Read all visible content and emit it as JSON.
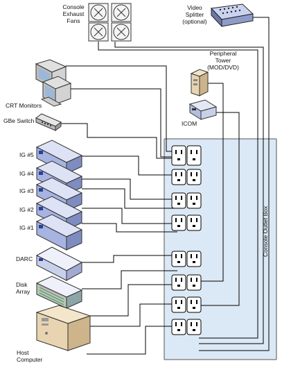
{
  "labels": {
    "console_exhaust_fans": [
      "Console",
      "Exhaust",
      "Fans"
    ],
    "video_splitter": [
      "Video",
      "Splitter"
    ],
    "video_splitter_note": "(optional)",
    "peripheral_tower": [
      "Peripheral",
      "Tower",
      "(MOD/DVD)"
    ],
    "crt_monitors": "CRT Monitors",
    "gbe_switch": "GBe Switch",
    "icom": "ICOM",
    "ig5": "IG #5",
    "ig4": "IG #4",
    "ig3": "IG #3",
    "ig2": "IG #2",
    "ig1": "IG #1",
    "darc": "DARC",
    "disk_array": [
      "Disk",
      "Array"
    ],
    "host_computer": [
      "Host",
      "Computer"
    ],
    "console_outlet_box": "Console Outlet Box"
  },
  "colors": {
    "outlet_box_fill": "#dbe8f5",
    "outlet_box_border": "#555555",
    "wire": "#000000",
    "server_front": "#a7b3e0",
    "server_top": "#dde3f5",
    "host_tan": "#e8d4b0"
  }
}
